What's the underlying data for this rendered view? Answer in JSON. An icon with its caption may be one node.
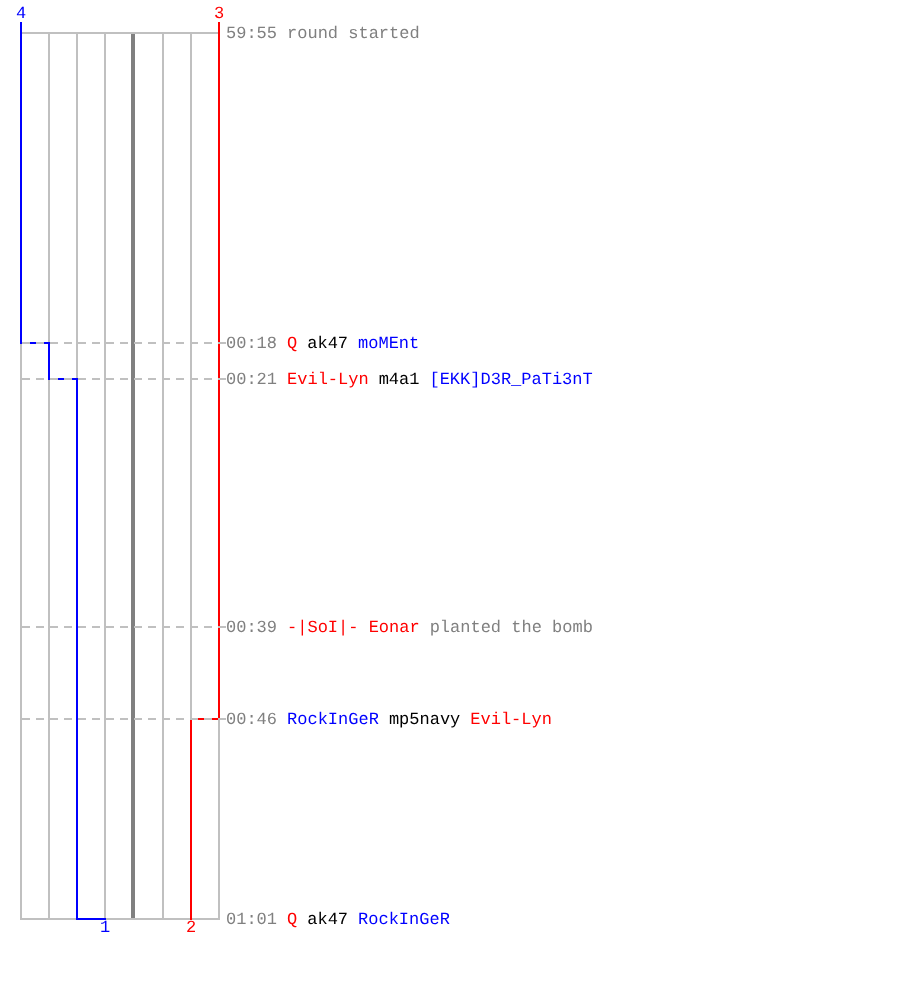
{
  "diagram": {
    "nodes": [
      {
        "text": [
          "4"
        ]
      },
      {
        "text": [
          "3"
        ]
      },
      {
        "text": [
          "59:55",
          "round started"
        ]
      },
      {
        "text": [
          "00:18",
          "Q",
          "ak47",
          "moMEnt"
        ]
      },
      {
        "text": [
          "00:21",
          "Evil-Lyn",
          "m4a1",
          "[EKK]D3R_PaTi3nT"
        ]
      },
      {
        "text": [
          "00:39",
          "-|SoI|- Eonar",
          "planted the bomb"
        ]
      },
      {
        "text": [
          "00:46",
          "RockInGeR",
          "mp5navy",
          "Evil-Lyn"
        ]
      },
      {
        "text": [
          "1"
        ]
      },
      {
        "text": [
          "2"
        ]
      },
      {
        "text": [
          "01:01",
          "Q",
          "ak47",
          "RockInGeR"
        ]
      }
    ],
    "edges": [
      {
        "from": 0,
        "to": 7,
        "arrow": "none",
        "color": "#0000ff"
      },
      {
        "from": 1,
        "to": 8,
        "arrow": "none",
        "color": "#ff0000"
      },
      {
        "from": 3,
        "to": null,
        "arrow": "none",
        "style": "dashed"
      },
      {
        "from": 4,
        "to": null,
        "arrow": "none",
        "style": "dashed"
      },
      {
        "from": 5,
        "to": null,
        "arrow": "none",
        "style": "dashed"
      },
      {
        "from": 6,
        "to": null,
        "arrow": "none",
        "style": "dashed"
      }
    ]
  }
}
